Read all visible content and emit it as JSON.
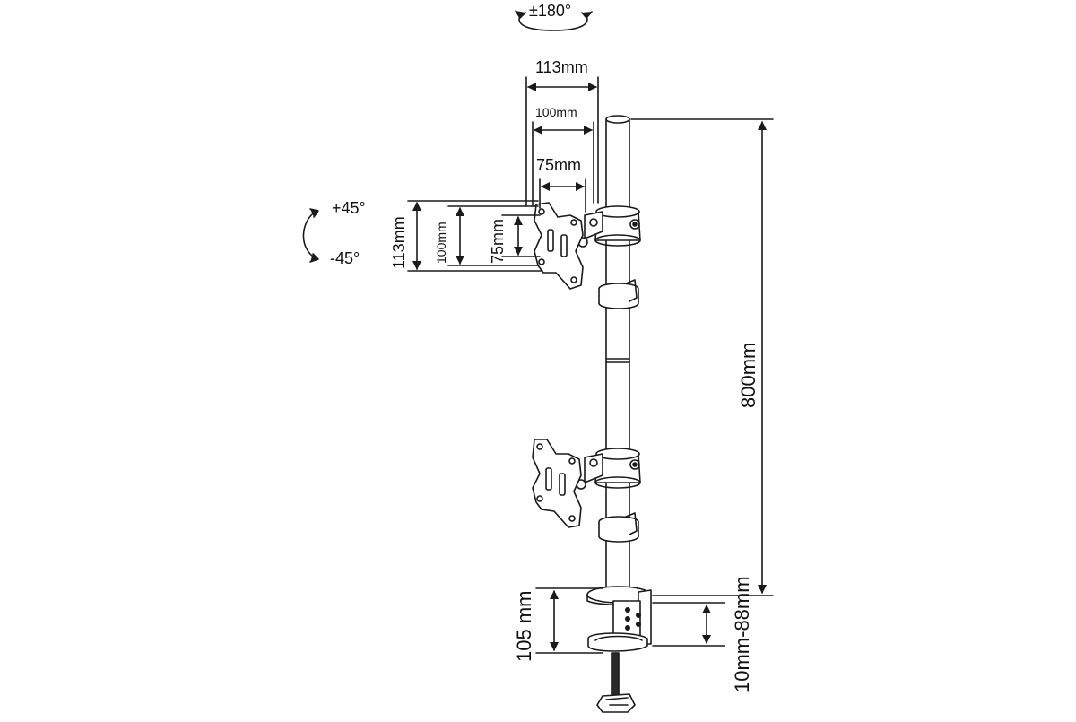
{
  "diagram": {
    "rotation_top": "±180°",
    "tilt_up": "+45°",
    "tilt_down": "-45°",
    "dims": {
      "h113": "113mm",
      "h100": "100mm",
      "h75": "75mm",
      "v113": "113mm",
      "v100": "100mm",
      "v75": "75mm",
      "height": "800mm",
      "clamp_height": "105 mm",
      "desk_range": "10mm-88mm"
    }
  },
  "colors": {
    "line": "#1a1a1a",
    "fill": "#ffffff",
    "dark": "#2b2b2b"
  }
}
